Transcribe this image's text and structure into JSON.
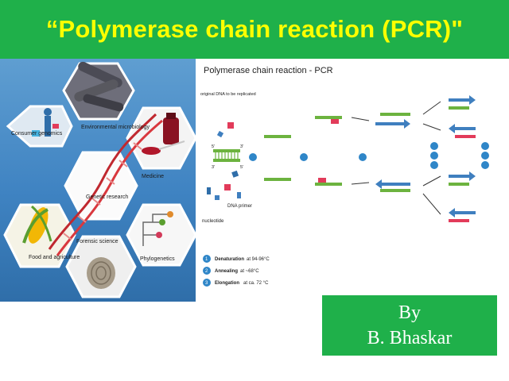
{
  "slide": {
    "title": "“Polymerase chain reaction (PCR)\"",
    "author_line1": "By",
    "author_line2": "B. Bhaskar"
  },
  "hex_collage": {
    "labels": {
      "consumer_genomics": "Consumer genomics",
      "environmental_microbiology": "Environmental microbiology",
      "medicine": "Medicine",
      "genetic_research": "Genetic research",
      "food_agriculture": "Food and agriculture",
      "forensic_science": "Forensic science",
      "phylogenetics": "Phylogenetics"
    }
  },
  "pcr_diagram": {
    "title": "Polymerase chain reaction - PCR",
    "original_dna_label": "original DNA to be replicated",
    "dna_primer_label": "DNA primer",
    "nucleotide_label": "nucleotide",
    "prime5": "5'",
    "prime3": "3'",
    "legend": [
      {
        "num": "1",
        "bold": "Denaturation",
        "rest": "at 94-96°C"
      },
      {
        "num": "2",
        "bold": "Annealing",
        "rest": "at ~68°C"
      },
      {
        "num": "3",
        "bold": "Elongation",
        "rest": "at ca. 72 °C"
      }
    ]
  },
  "colors": {
    "title_bg": "#1fb04a",
    "title_text": "#ffff00",
    "strand_green": "#6cb33f",
    "strand_blue": "#3f7fbf",
    "primer_red": "#e23b5a",
    "step_blue": "#2f86c8"
  }
}
